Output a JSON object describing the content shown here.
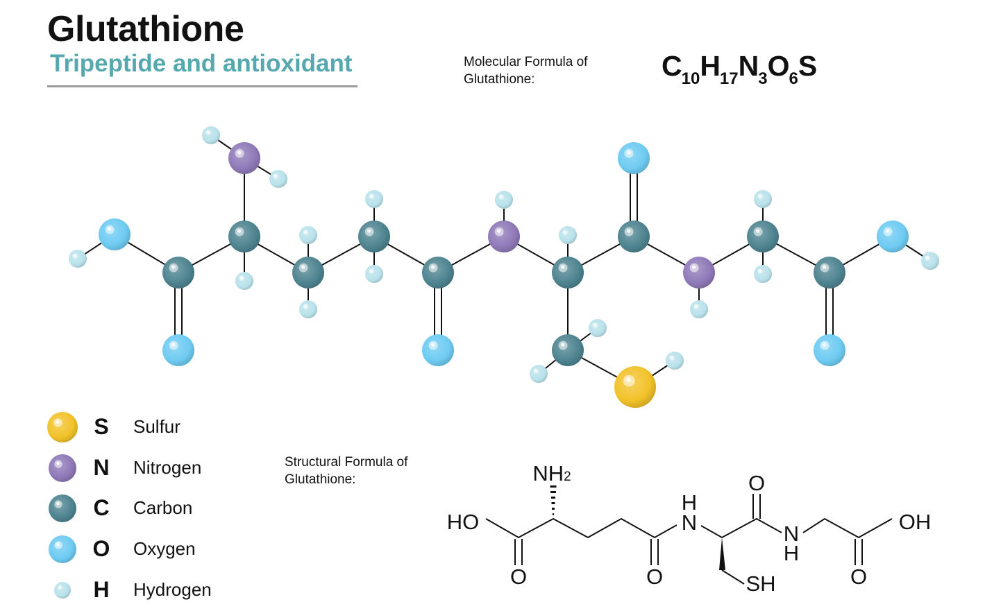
{
  "header": {
    "title": "Glutathione",
    "subtitle": "Tripeptide and antioxidant"
  },
  "molecular_formula": {
    "label_line1": "Molecular Formula of",
    "label_line2": "Glutathione:",
    "parts": [
      {
        "el": "C",
        "n": "10"
      },
      {
        "el": "H",
        "n": "17"
      },
      {
        "el": "N",
        "n": "3"
      },
      {
        "el": "O",
        "n": "6"
      },
      {
        "el": "S",
        "n": ""
      }
    ]
  },
  "structural_formula": {
    "label_line1": "Structural  Formula of",
    "label_line2": "Glutathione:",
    "groups": {
      "ho": "HO",
      "nh2": "NH",
      "nh2_sub": "2",
      "o1": "O",
      "o2": "O",
      "n1": "N",
      "h1": "H",
      "o3": "O",
      "n2": "N",
      "h2": "H",
      "sh": "SH",
      "o4": "O",
      "oh": "OH"
    }
  },
  "colors": {
    "carbon": "#4e8490",
    "nitrogen": "#8f79b8",
    "oxygen": "#6ecbf2",
    "hydrogen": "#b9e2eb",
    "sulfur": "#f2c22a",
    "accent": "#55a8ad"
  },
  "legend": [
    {
      "symbol": "S",
      "name": "Sulfur",
      "type": "sulfur"
    },
    {
      "symbol": "N",
      "name": "Nitrogen",
      "type": "nitrogen"
    },
    {
      "symbol": "C",
      "name": "Carbon",
      "type": "carbon"
    },
    {
      "symbol": "O",
      "name": "Oxygen",
      "type": "oxygen"
    },
    {
      "symbol": "H",
      "name": "Hydrogen",
      "type": "hydrogen"
    }
  ]
}
